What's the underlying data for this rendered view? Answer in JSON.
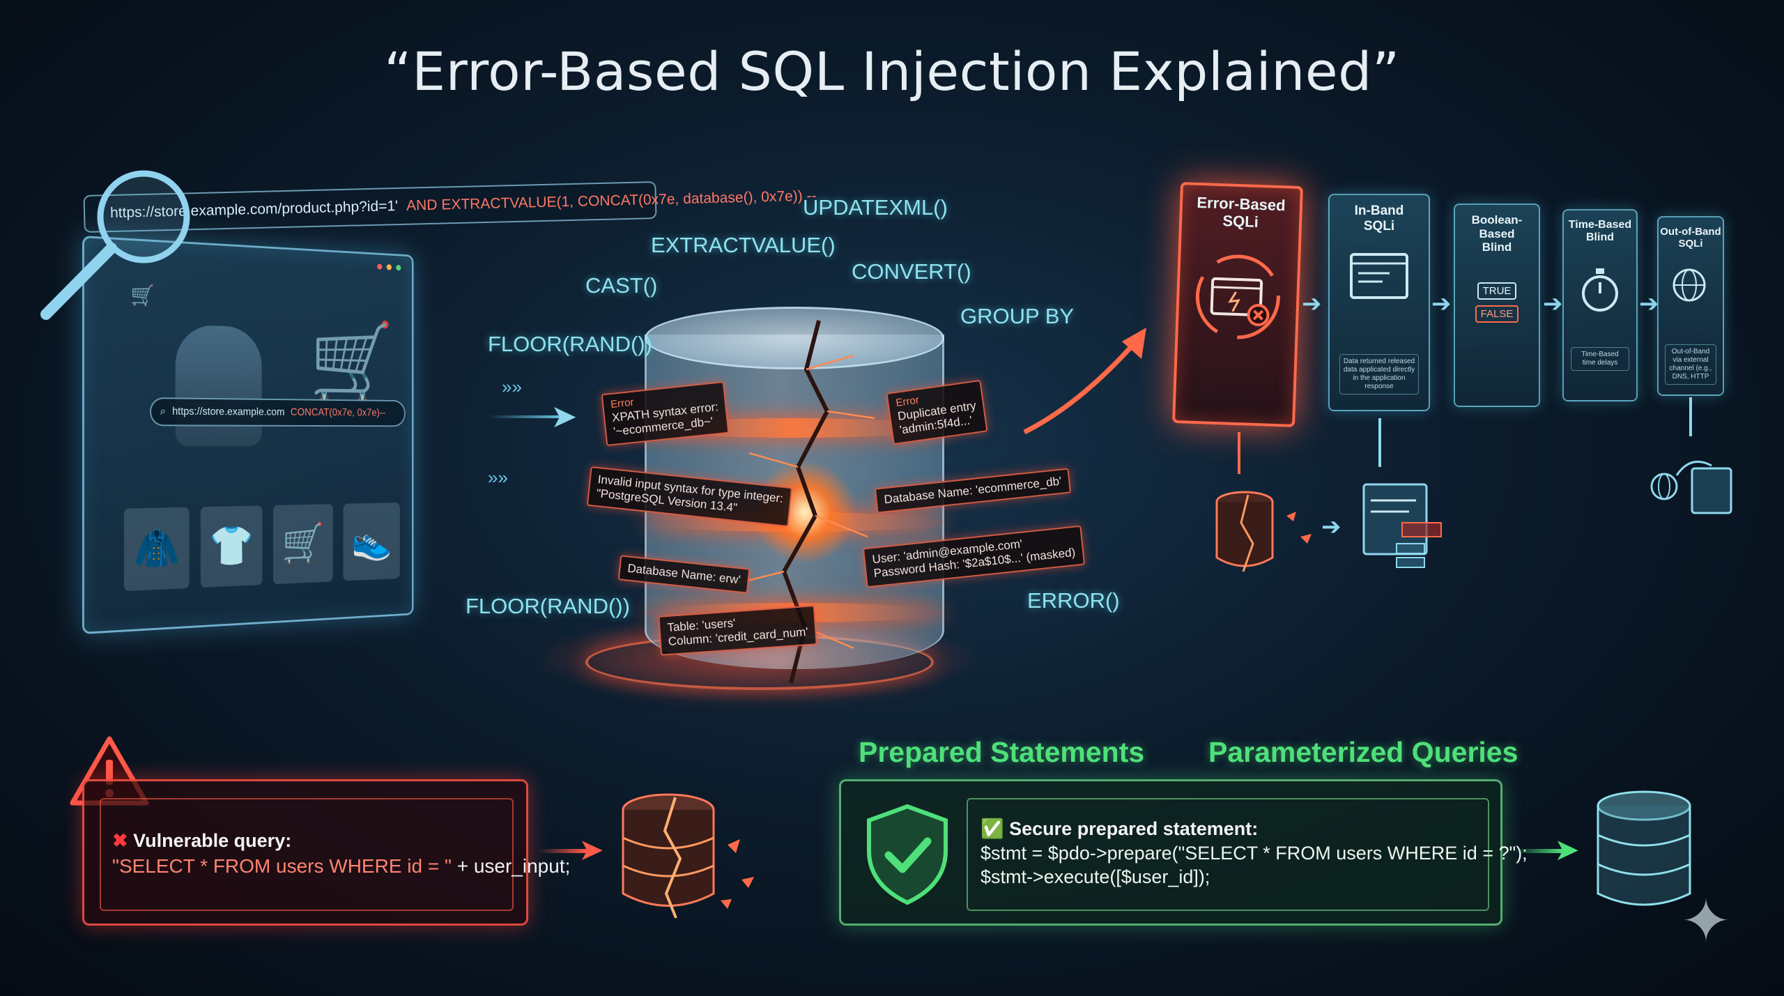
{
  "title": "“Error-Based SQL Injection Explained”",
  "browser": {
    "url_prefix": "https://store.example.com/product.php?id=1'",
    "url_payload": "AND EXTRACTVALUE(1, CONCAT(0x7e, database(), 0x7e)) --",
    "inner_url_prefix": "https://store.example.com",
    "inner_url_payload": "CONCAT(0x7e, 0x7e)--",
    "icons": [
      "magnifier-icon",
      "search-icon",
      "cart-icon",
      "hoodie-icon",
      "tshirt-icon",
      "shoe-icon"
    ]
  },
  "functions": [
    {
      "id": "updatexml",
      "text": "UPDATEXML()"
    },
    {
      "id": "extractvalue",
      "text": "EXTRACTVALUE()"
    },
    {
      "id": "cast",
      "text": "CAST()"
    },
    {
      "id": "convert",
      "text": "CONVERT()"
    },
    {
      "id": "floor-rand-top",
      "text": "FLOOR(RAND())"
    },
    {
      "id": "group-by",
      "text": "GROUP BY"
    },
    {
      "id": "floor-rand-bottom",
      "text": "FLOOR(RAND())"
    },
    {
      "id": "error",
      "text": "ERROR()"
    }
  ],
  "errors": [
    {
      "tag": "Error",
      "line1": "XPATH syntax error:",
      "line2": "'~ecommerce_db~'"
    },
    {
      "tag": "Error",
      "line1": "Duplicate entry",
      "line2": "'admin:5f4d...'"
    },
    {
      "tag": "",
      "line1": "Invalid input syntax for type integer:",
      "line2": "\"PostgreSQL Version 13.4\""
    },
    {
      "tag": "",
      "line1": "Database Name: 'ecommerce_db'",
      "line2": ""
    },
    {
      "tag": "",
      "line1": "User: 'admin@example.com'",
      "line2": "Password Hash: '$2a$10$...' (masked)"
    },
    {
      "tag": "",
      "line1": "Database Name: erw'",
      "line2": ""
    },
    {
      "tag": "",
      "line1": "Table: 'users'",
      "line2": "Column: 'credit_card_num'"
    }
  ],
  "sqli_types": [
    {
      "label1": "Error-Based",
      "label2": "SQLi",
      "desc": ""
    },
    {
      "label1": "In-Band",
      "label2": "SQLi",
      "desc": "Data returned released data applicated directly in the application response"
    },
    {
      "label1": "Boolean-Based",
      "label2": "Blind",
      "desc": "",
      "true_label": "TRUE",
      "false_label": "FALSE"
    },
    {
      "label1": "Time-Based",
      "label2": "Blind",
      "desc": "Time-Based time delays"
    },
    {
      "label1": "Out-of-Band",
      "label2": "SQLi",
      "desc": "Out-of-Band via external channel (e.g., DNS, HTTP"
    }
  ],
  "vulnerable": {
    "title": "Vulnerable query:",
    "code_prefix": "\"SELECT * FROM users WHERE id = \"",
    "code_suffix": "+ user_input;"
  },
  "secure": {
    "head_left": "Prepared Statements",
    "head_right": "Parameterized Queries",
    "title": "Secure prepared statement:",
    "line1": "$stmt = $pdo->prepare(\"SELECT * FROM users WHERE id = ?\");",
    "line2": "$stmt->execute([$user_id]);"
  },
  "colors": {
    "accent_cyan": "#8fe3f0",
    "danger_red": "#ff6a4a",
    "safe_green": "#4fe07a"
  }
}
